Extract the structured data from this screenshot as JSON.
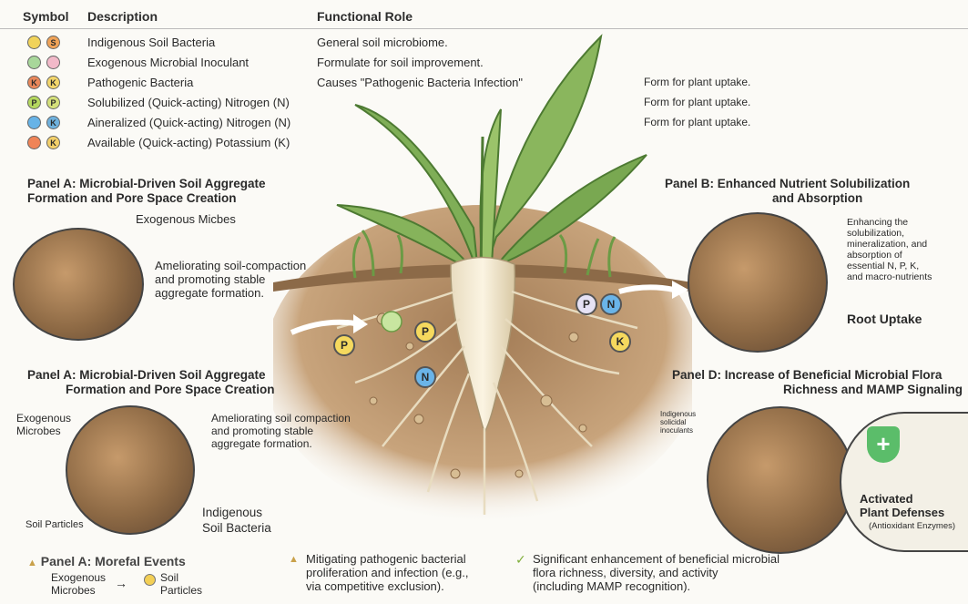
{
  "legend": {
    "headers": [
      "Symbol",
      "Description",
      "Functional Role"
    ],
    "rows": [
      {
        "symbols": [
          "",
          "S"
        ],
        "colors": [
          "#f1d35a",
          "#f0a358"
        ],
        "description": "Indigenous Soil Bacteria",
        "role": "General soil microbiome.",
        "extra": ""
      },
      {
        "symbols": [
          "",
          ""
        ],
        "colors": [
          "#a8d79a",
          "#f2b9c9"
        ],
        "description": "Exogenous Microbial Inoculant",
        "role": "Formulate for soil improvement.",
        "extra": ""
      },
      {
        "symbols": [
          "K",
          "K"
        ],
        "colors": [
          "#e9875a",
          "#f3d66b"
        ],
        "description": "Pathogenic Bacteria",
        "role": "Causes \"Pathogenic Bacteria Infection\"",
        "extra": "Form for plant uptake."
      },
      {
        "symbols": [
          "P",
          "P"
        ],
        "colors": [
          "#b5d85e",
          "#d5e07a"
        ],
        "description": "Solubilized (Quick-acting) Nitrogen (N)",
        "role": "",
        "extra": "Form for plant uptake."
      },
      {
        "symbols": [
          "",
          "K"
        ],
        "colors": [
          "#67b3e6",
          "#6fb1dd"
        ],
        "description": "Aineralized (Quick-acting) Nitrogen (N)",
        "role": "",
        "extra": "Form for plant uptake."
      },
      {
        "symbols": [
          "",
          "K"
        ],
        "colors": [
          "#ef8457",
          "#f3d06a"
        ],
        "description": "Available (Quick-acting) Potassium (K)",
        "role": "",
        "extra": ""
      }
    ]
  },
  "panel_a_top": {
    "title_line1": "Panel A: Microbial-Driven Soil Aggregate",
    "title_line2": "Formation and Pore Space Creation",
    "label_microbes": "Exogenous Micbes",
    "caption_line1": "Ameliorating soil-compaction",
    "caption_line2": "and promoting stable",
    "caption_line3": "aggregate formation."
  },
  "panel_a_bottom": {
    "title_line1": "Panel A: Microbial-Driven Soil Aggregate",
    "title_line2": "Formation and Pore Space Creation",
    "label_microbes_1": "Exogenous",
    "label_microbes_2": "Microbes",
    "caption_line1": "Ameliorating soil compaction",
    "caption_line2": "and promoting stable",
    "caption_line3": "aggregate formation.",
    "label_particles": "Soil Particles",
    "label_indigenous_1": "Indigenous",
    "label_indigenous_2": "Soil Bacteria"
  },
  "panel_b": {
    "title_line1": "Panel B: Enhanced Nutrient Solubilization",
    "title_line2": "and Absorption",
    "note_line1": "Enhancing the",
    "note_line2": "solubilization,",
    "note_line3": "mineralization, and",
    "note_line4": "absorption of",
    "note_line5": "essential N, P, K,",
    "note_line6": "and macro-nutrients",
    "root_uptake": "Root Uptake"
  },
  "panel_d": {
    "title_line1": "Panel D: Increase of Beneficial Microbial Flora",
    "title_line2": "Richness and MAMP Signaling",
    "small_label_1": "Indigenous",
    "small_label_2": "solicidal",
    "small_label_3": "inoculants",
    "defense_1": "Activated",
    "defense_2": "Plant Defenses",
    "defense_3": "(Antioxidant Enzymes)"
  },
  "center_nutrients": [
    "P",
    "P",
    "N",
    "P",
    "N",
    "K"
  ],
  "bottom": {
    "col1_title": "Panel A: Morefal Events",
    "col1_a1": "Exogenous",
    "col1_a2": "Microbes",
    "col1_b1": "Soil",
    "col1_b2": "Particles",
    "col2_line1": "Mitigating pathogenic bacterial",
    "col2_line2": "proliferation and infection (e.g.,",
    "col2_line3": "via competitive exclusion).",
    "col3_line1": "Significant enhancement of beneficial microbial",
    "col3_line2": "flora richness, diversity, and activity",
    "col3_line3": "(including MAMP recognition)."
  }
}
